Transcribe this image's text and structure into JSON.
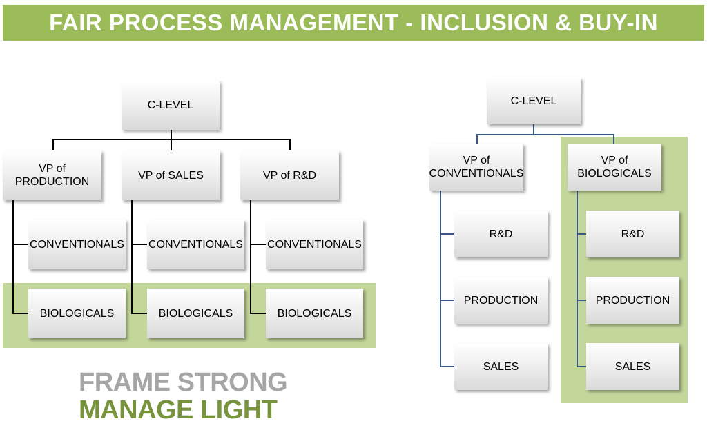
{
  "header": {
    "title": "FAIR PROCESS MANAGEMENT - INCLUSION & BUY-IN"
  },
  "colors": {
    "accent_green": "#9bbb59",
    "band_green": "#c4d79b",
    "slogan_gray": "#a6a6a6",
    "slogan_green": "#77933c",
    "connector_blue": "#3a5a85"
  },
  "left_chart": {
    "top": "C-LEVEL",
    "vps": [
      "VP of\nPRODUCTION",
      "VP of SALES",
      "VP of R&D"
    ],
    "children": [
      "CONVENTIONALS",
      "BIOLOGICALS"
    ]
  },
  "right_chart": {
    "top": "C-LEVEL",
    "vps": [
      "VP of\nCONVENTIONALS",
      "VP of\nBIOLOGICALS"
    ],
    "children": [
      "R&D",
      "PRODUCTION",
      "SALES"
    ]
  },
  "slogan": {
    "line1": "FRAME STRONG",
    "line2": "MANAGE LIGHT"
  }
}
